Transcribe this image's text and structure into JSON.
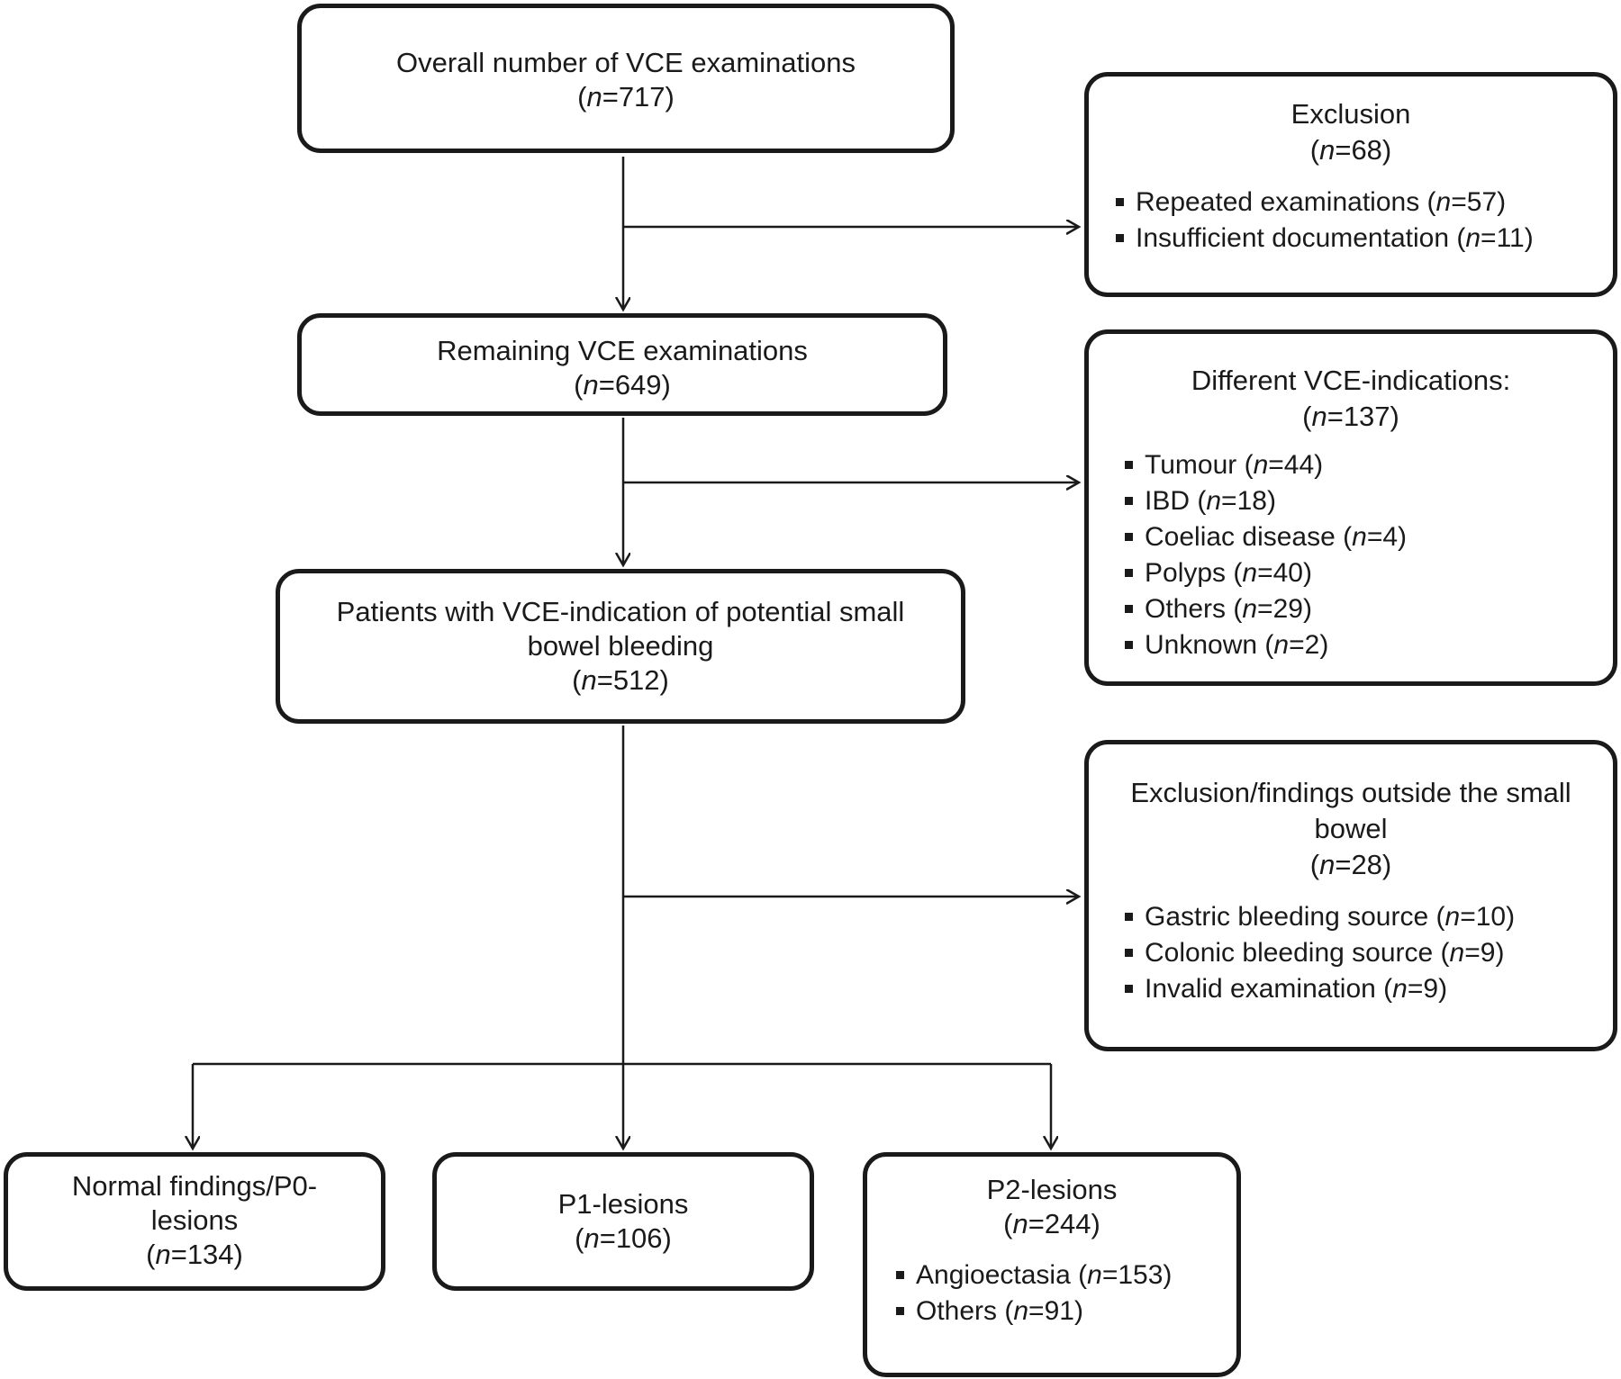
{
  "boxes": {
    "overall": {
      "title": "Overall number of VCE examinations",
      "n": "717"
    },
    "exclusion": {
      "title": "Exclusion",
      "n": "68",
      "items": [
        {
          "label": "Repeated examinations",
          "n": "57"
        },
        {
          "label": "Insufficient documentation",
          "n": "11"
        }
      ]
    },
    "remaining": {
      "title": "Remaining VCE examinations",
      "n": "649"
    },
    "indications": {
      "title": "Different VCE-indications:",
      "n": "137",
      "items": [
        {
          "label": "Tumour",
          "n": "44"
        },
        {
          "label": "IBD",
          "n": "18"
        },
        {
          "label": "Coeliac disease",
          "n": "4"
        },
        {
          "label": "Polyps",
          "n": "40"
        },
        {
          "label": "Others",
          "n": "29"
        },
        {
          "label": "Unknown",
          "n": "2"
        }
      ]
    },
    "bleeding": {
      "title_line1": "Patients with VCE-indication of potential small",
      "title_line2": "bowel bleeding",
      "n": "512"
    },
    "outside": {
      "title_line1": "Exclusion/findings outside the small",
      "title_line2": "bowel",
      "n": "28",
      "items": [
        {
          "label": "Gastric bleeding source",
          "n": "10"
        },
        {
          "label": "Colonic bleeding source",
          "n": "9"
        },
        {
          "label": "Invalid examination",
          "n": "9"
        }
      ]
    },
    "p0": {
      "title_line1": "Normal findings/P0-",
      "title_line2": "lesions",
      "n": "134"
    },
    "p1": {
      "title": "P1-lesions",
      "n": "106"
    },
    "p2": {
      "title": "P2-lesions",
      "n": "244",
      "items": [
        {
          "label": "Angioectasia",
          "n": "153"
        },
        {
          "label": "Others",
          "n": "91"
        }
      ]
    }
  },
  "n_symbol": "n"
}
